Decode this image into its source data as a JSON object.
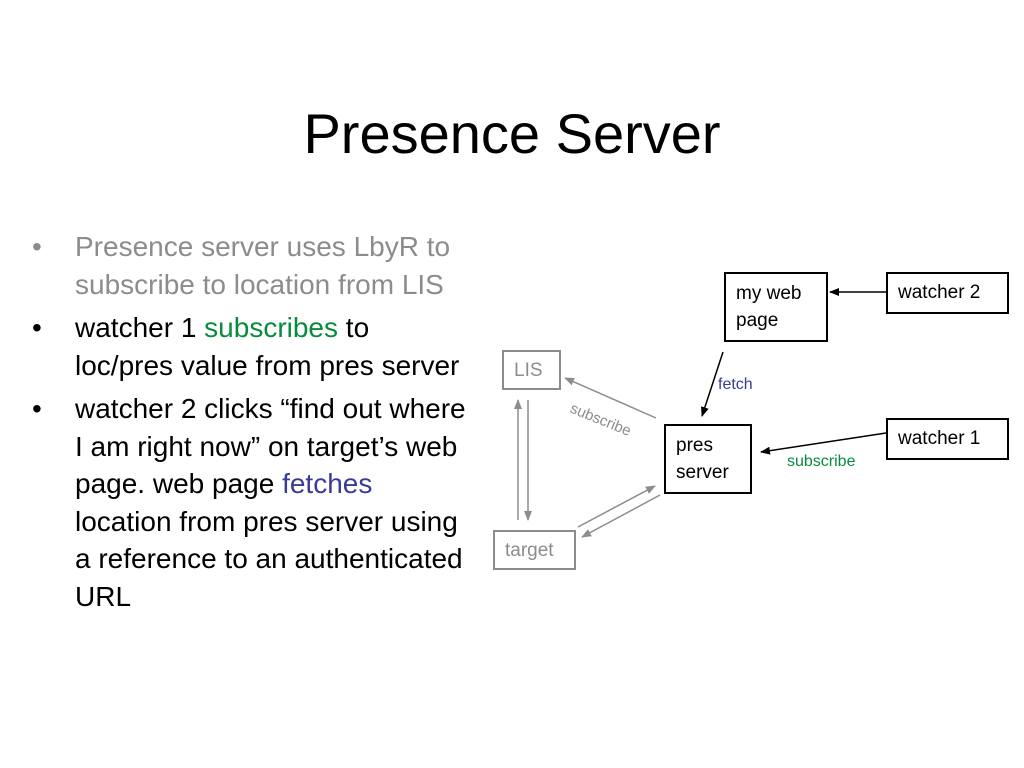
{
  "slide": {
    "title": "Presence Server"
  },
  "bullets": [
    {
      "parts": [
        {
          "text": "Presence server uses LbyR to subscribe to location from LIS",
          "color": "gray"
        }
      ]
    },
    {
      "parts": [
        {
          "text": "watcher 1 ",
          "color": "black"
        },
        {
          "text": "subscribes",
          "color": "green"
        },
        {
          "text": " to loc/pres value from pres server",
          "color": "black"
        }
      ]
    },
    {
      "parts": [
        {
          "text": "watcher 2 clicks “find out where I am right now” on target’s web page.  web page ",
          "color": "black"
        },
        {
          "text": "fetches",
          "color": "blue"
        },
        {
          "text": " location from pres server using a reference to an authenticated URL",
          "color": "black"
        }
      ]
    }
  ],
  "diagram": {
    "nodes": {
      "my_web_page": "my web page",
      "watcher_2": "watcher 2",
      "lis": "LIS",
      "pres_server": "pres server",
      "watcher_1": "watcher 1",
      "target": "target"
    },
    "labels": {
      "fetch": "fetch",
      "subscribe_gray": "subscribe",
      "subscribe_green": "subscribe"
    }
  },
  "colors": {
    "gray": "#8c8c8c",
    "green": "#098b3f",
    "blue": "#3a3a9a",
    "black": "#000000"
  }
}
